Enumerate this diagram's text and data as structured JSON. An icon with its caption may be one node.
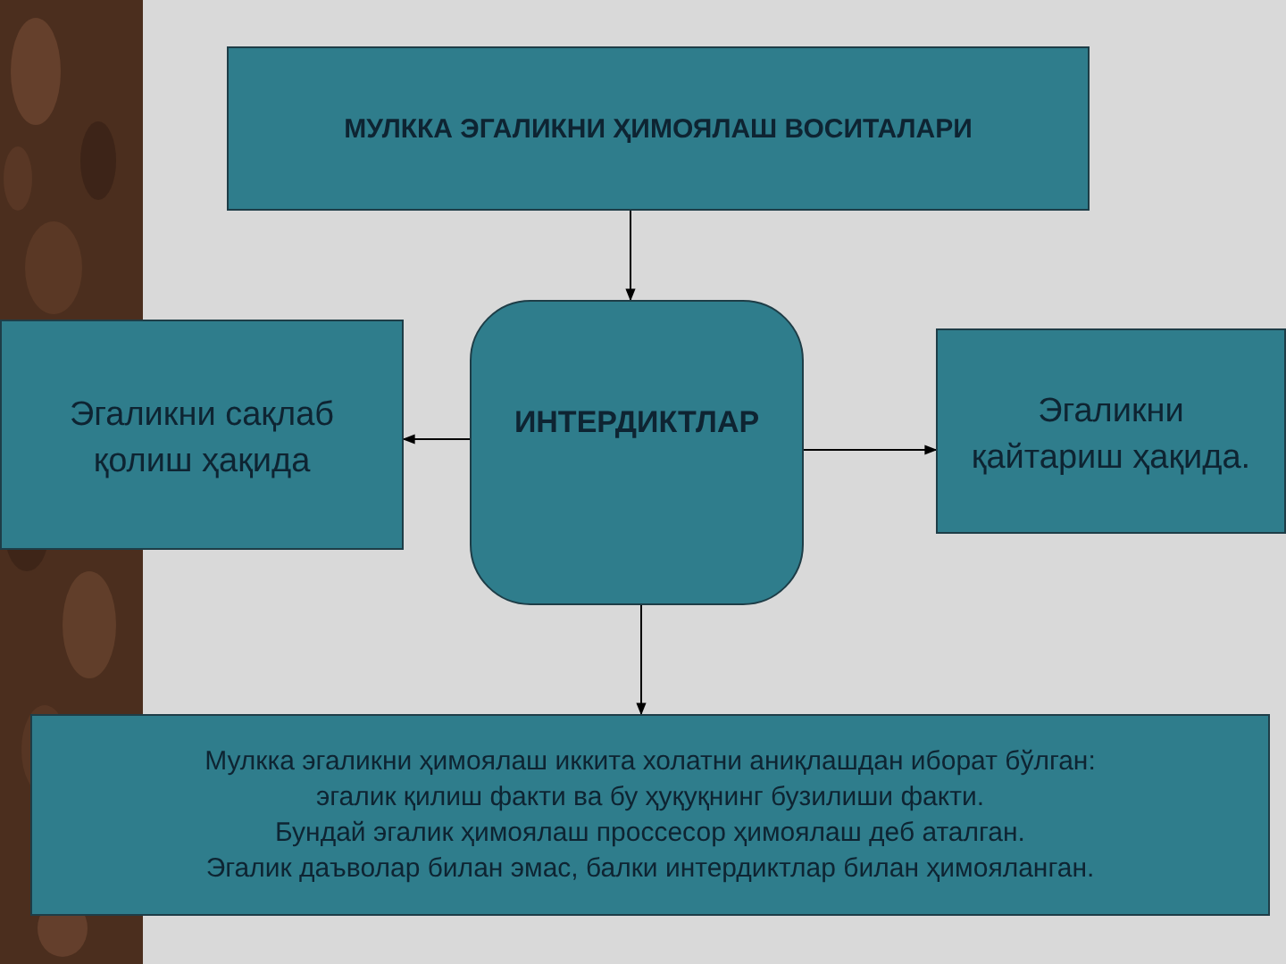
{
  "diagram": {
    "nodes": [
      {
        "text": [
          "МУЛККА ЭГАЛИКНИ ҲИМОЯЛАШ ВОСИТАЛАРИ"
        ]
      },
      {
        "text": [
          "ИНТЕРДИКТЛАР"
        ]
      },
      {
        "text": [
          "Эгаликни сақлаб қолиш ҳақида"
        ]
      },
      {
        "text": [
          "Эгаликни қайтариш ҳақида."
        ]
      },
      {
        "text": [
          "Мулкка эгаликни ҳимоялаш иккита холатни аниқлашдан иборат бўлган: эгалик қилиш факти ва бу ҳуқуқнинг бузилиши факти.",
          "Бундай эгалик ҳимоялаш проссесор ҳимоялаш деб аталган.",
          "Эгалик даъволар билан эмас, балки интердиктлар билан ҳимояланган."
        ]
      }
    ],
    "edges": [
      {
        "from": 0,
        "to": 1,
        "arrow": "to"
      },
      {
        "from": 1,
        "to": 2,
        "arrow": "to"
      },
      {
        "from": 1,
        "to": 3,
        "arrow": "to"
      },
      {
        "from": 1,
        "to": 4,
        "arrow": "to"
      }
    ]
  }
}
